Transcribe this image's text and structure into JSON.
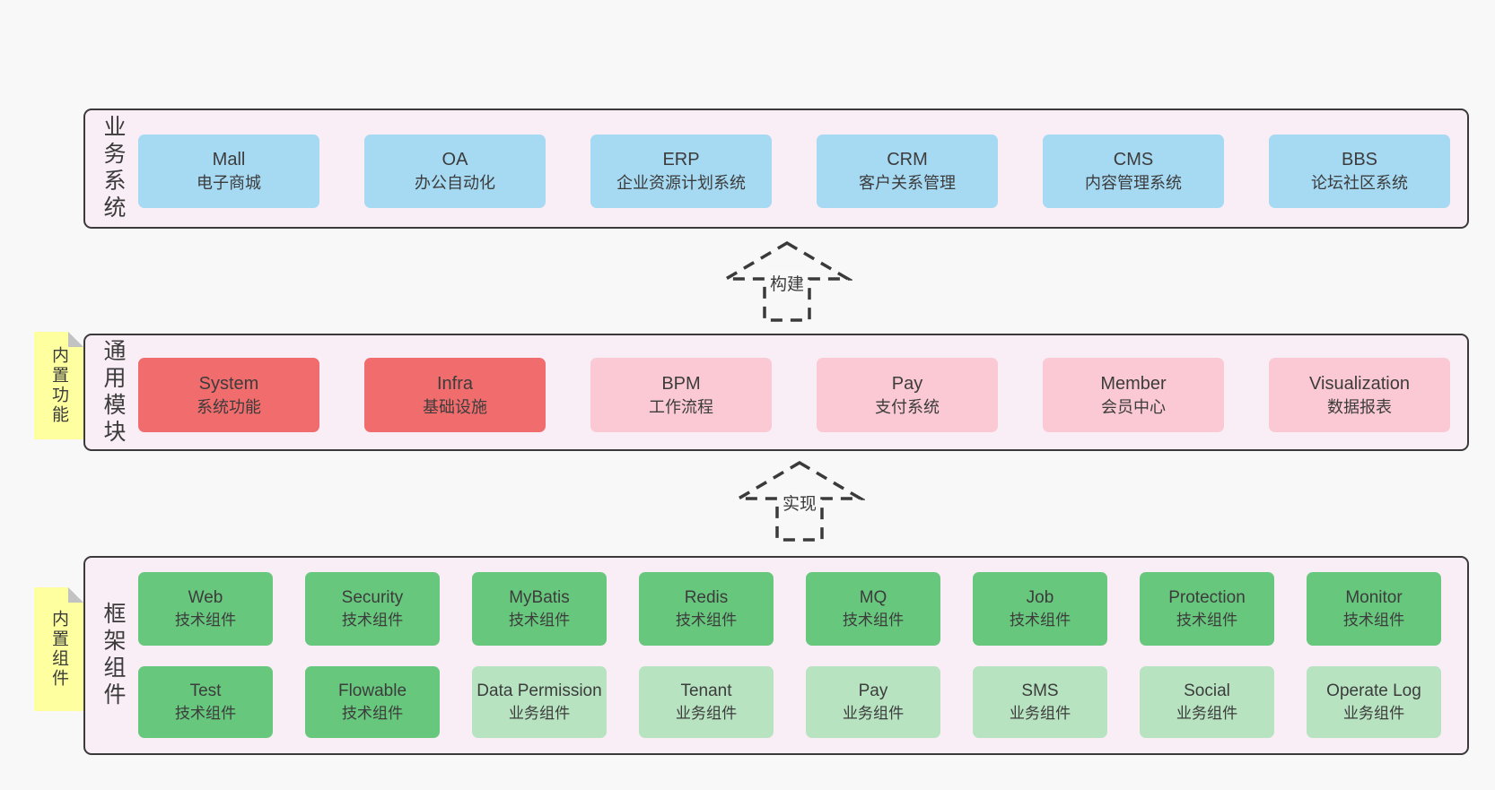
{
  "diagram": {
    "colors": {
      "page_bg": "#f8f8f8",
      "band_bg": "#f9edf6",
      "band_border": "#3a3a3a",
      "blue": "#a6d9f2",
      "red": "#f16c6c",
      "pink": "#fac9d3",
      "green": "#67c77d",
      "lightgreen": "#b7e3c1",
      "sticky_yellow": "#feff9e",
      "sticky_fold_gray": "#c2c2c2",
      "text": "#3c3c3c"
    },
    "arrows": [
      {
        "label": "构建"
      },
      {
        "label": "实现"
      }
    ],
    "bands": [
      {
        "label": "业务系统",
        "rows": [
          [
            {
              "en": "Mall",
              "zh": "电子商城",
              "variant": "blue"
            },
            {
              "en": "OA",
              "zh": "办公自动化",
              "variant": "blue"
            },
            {
              "en": "ERP",
              "zh": "企业资源计划系统",
              "variant": "blue"
            },
            {
              "en": "CRM",
              "zh": "客户关系管理",
              "variant": "blue"
            },
            {
              "en": "CMS",
              "zh": "内容管理系统",
              "variant": "blue"
            },
            {
              "en": "BBS",
              "zh": "论坛社区系统",
              "variant": "blue"
            }
          ]
        ]
      },
      {
        "label": "通用模块",
        "sticky": "内置功能",
        "rows": [
          [
            {
              "en": "System",
              "zh": "系统功能",
              "variant": "red"
            },
            {
              "en": "Infra",
              "zh": "基础设施",
              "variant": "red"
            },
            {
              "en": "BPM",
              "zh": "工作流程",
              "variant": "pink"
            },
            {
              "en": "Pay",
              "zh": "支付系统",
              "variant": "pink"
            },
            {
              "en": "Member",
              "zh": "会员中心",
              "variant": "pink"
            },
            {
              "en": "Visualization",
              "zh": "数据报表",
              "variant": "pink"
            }
          ]
        ]
      },
      {
        "label": "框架组件",
        "sticky": "内置组件",
        "rows": [
          [
            {
              "en": "Web",
              "zh": "技术组件",
              "variant": "green"
            },
            {
              "en": "Security",
              "zh": "技术组件",
              "variant": "green"
            },
            {
              "en": "MyBatis",
              "zh": "技术组件",
              "variant": "green"
            },
            {
              "en": "Redis",
              "zh": "技术组件",
              "variant": "green"
            },
            {
              "en": "MQ",
              "zh": "技术组件",
              "variant": "green"
            },
            {
              "en": "Job",
              "zh": "技术组件",
              "variant": "green"
            },
            {
              "en": "Protection",
              "zh": "技术组件",
              "variant": "green"
            },
            {
              "en": "Monitor",
              "zh": "技术组件",
              "variant": "green"
            }
          ],
          [
            {
              "en": "Test",
              "zh": "技术组件",
              "variant": "green"
            },
            {
              "en": "Flowable",
              "zh": "技术组件",
              "variant": "green"
            },
            {
              "en": "Data Permission",
              "zh": "业务组件",
              "variant": "lightgreen"
            },
            {
              "en": "Tenant",
              "zh": "业务组件",
              "variant": "lightgreen"
            },
            {
              "en": "Pay",
              "zh": "业务组件",
              "variant": "lightgreen"
            },
            {
              "en": "SMS",
              "zh": "业务组件",
              "variant": "lightgreen"
            },
            {
              "en": "Social",
              "zh": "业务组件",
              "variant": "lightgreen"
            },
            {
              "en": "Operate Log",
              "zh": "业务组件",
              "variant": "lightgreen"
            }
          ]
        ]
      }
    ]
  }
}
